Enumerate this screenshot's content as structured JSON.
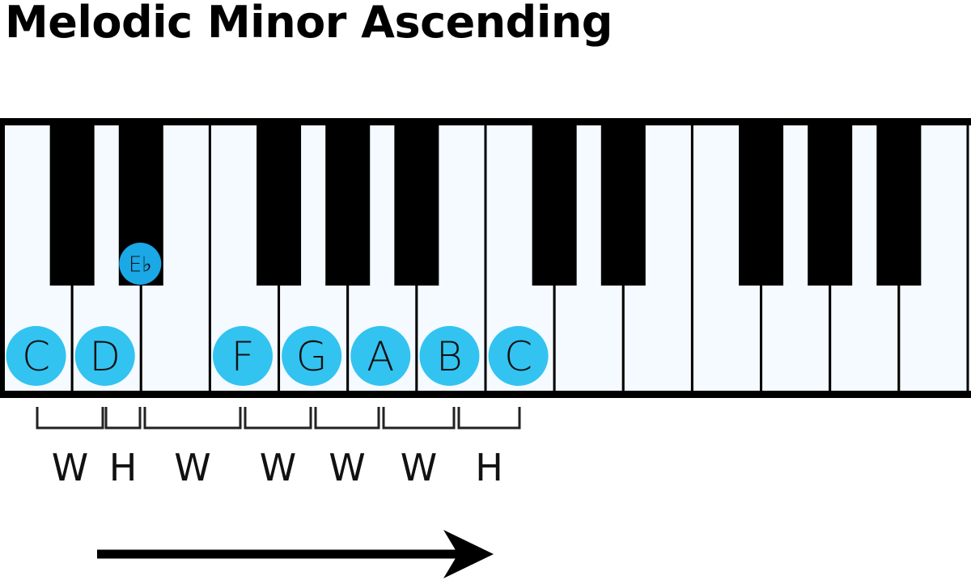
{
  "title": "Melodic Minor Ascending",
  "colors": {
    "white_key": "#f4faff",
    "black_key": "#000000",
    "highlight": "#33c3f0",
    "flat_highlight": "#1aa8e6",
    "outline": "#000000"
  },
  "keyboard": {
    "white_key_count": 14,
    "black_key_positions": [
      1,
      2,
      4,
      5,
      6,
      8,
      9,
      11,
      12,
      13
    ]
  },
  "highlighted_notes": [
    {
      "label": "C",
      "key_type": "white",
      "key_index": 0
    },
    {
      "label": "D",
      "key_type": "white",
      "key_index": 1
    },
    {
      "label": "E♭",
      "key_type": "black",
      "key_index": 2
    },
    {
      "label": "F",
      "key_type": "white",
      "key_index": 3
    },
    {
      "label": "G",
      "key_type": "white",
      "key_index": 4
    },
    {
      "label": "A",
      "key_type": "white",
      "key_index": 5
    },
    {
      "label": "B",
      "key_type": "white",
      "key_index": 6
    },
    {
      "label": "C",
      "key_type": "white",
      "key_index": 7
    }
  ],
  "steps": [
    "W",
    "H",
    "W",
    "W",
    "W",
    "W",
    "H"
  ],
  "direction_icon": "right-arrow-icon"
}
